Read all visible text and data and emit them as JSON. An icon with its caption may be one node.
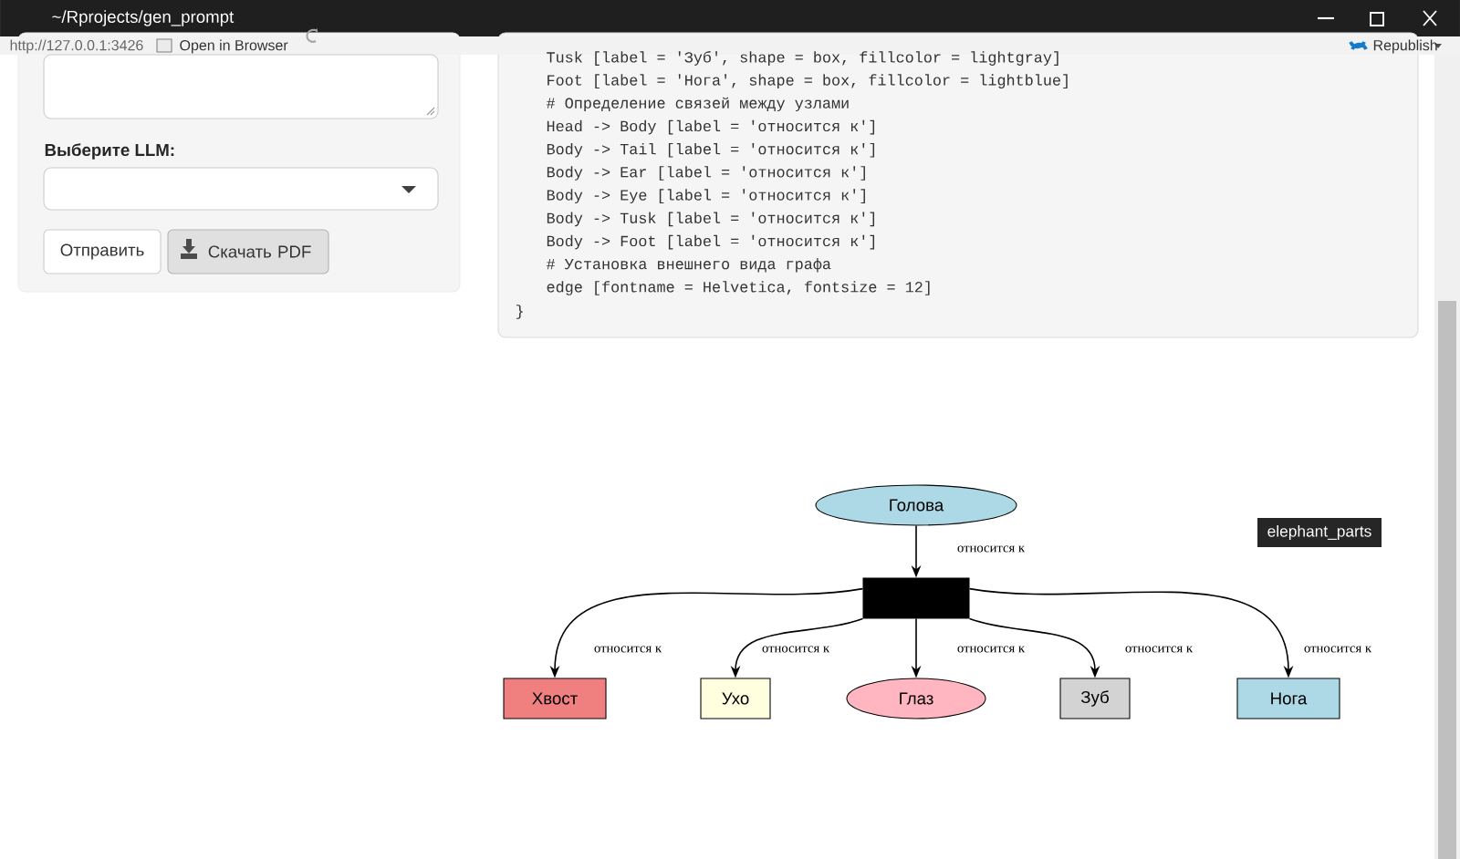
{
  "diagram": {
    "nodes": [
      {
        "text": [
          "Голова"
        ]
      },
      {
        "text": [],
        "shape": "box"
      },
      {
        "text": [
          "Хвост"
        ]
      },
      {
        "text": [
          "Ухо"
        ]
      },
      {
        "text": [
          "Глаз"
        ]
      },
      {
        "text": [
          "Зуб"
        ]
      },
      {
        "text": [
          "Нога"
        ]
      }
    ],
    "edges": [
      {
        "from": 0,
        "to": 1,
        "arrow": "to",
        "label": "относится к"
      },
      {
        "from": 1,
        "to": 2,
        "arrow": "to",
        "label": "относится к"
      },
      {
        "from": 1,
        "to": 3,
        "arrow": "to",
        "label": "относится к"
      },
      {
        "from": 1,
        "to": 4,
        "arrow": "to",
        "label": "относится к"
      },
      {
        "from": 1,
        "to": 5,
        "arrow": "to",
        "label": "относится к"
      },
      {
        "from": 1,
        "to": 6,
        "arrow": "to",
        "label": "относится к"
      }
    ],
    "labels": [
      "~/Rprojects/gen_prompt",
      "http://127.0.0.1:3426",
      "Open in Browser",
      "Republish",
      "Выберите LLM:",
      "Отправить",
      "Скачать PDF",
      "Tusk [label = 'Зуб', shape = box, fillcolor = lightgray]",
      "Foot [label = 'Нога', shape = box, fillcolor = lightblue]",
      "# Определение связей между узлами",
      "Head -> Body [label = 'относится к']",
      "Body -> Tail [label = 'относится к']",
      "Body -> Ear [label = 'относится к']",
      "Body -> Eye [label = 'относится к']",
      "Body -> Tusk [label = 'относится к']",
      "Body -> Foot [label = 'относится к']",
      "# Установка внешнего вида графа",
      "edge [fontname = Helvetica, fontsize = 12]",
      "}",
      "elephant_parts"
    ]
  }
}
